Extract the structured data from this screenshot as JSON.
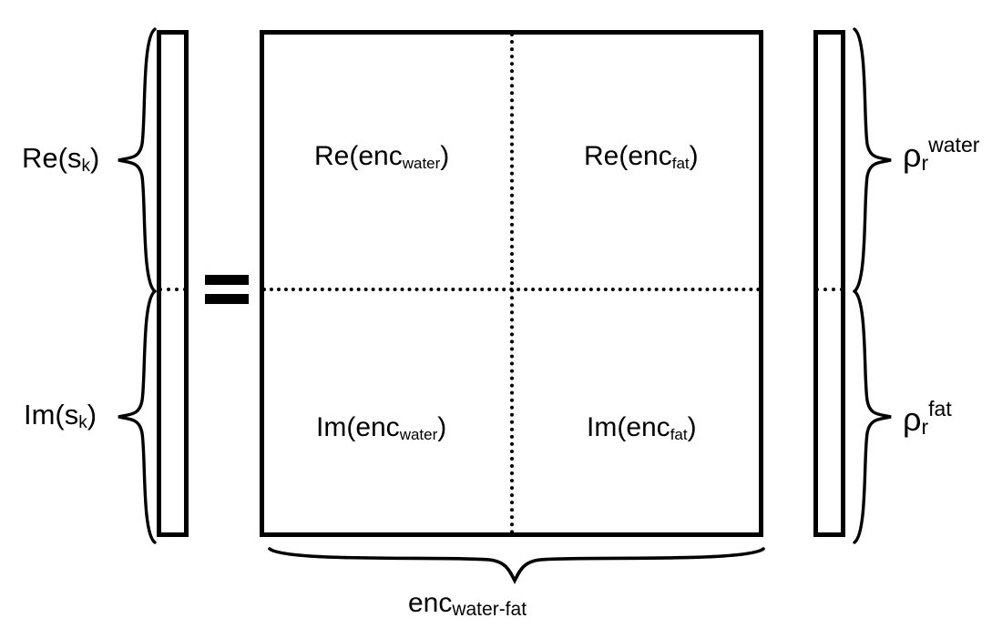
{
  "figure": {
    "type": "matrix-equation-diagram",
    "description": "Block matrix equation splitting complex encoding into real and imaginary parts for water and fat separation",
    "colors": {
      "stroke": "#000000",
      "background": "#ffffff"
    }
  },
  "left_vector": {
    "name": "signal-vector",
    "braces": [
      {
        "label_main": "Re(s",
        "label_sub": "k",
        "label_close": ")",
        "part": "real"
      },
      {
        "label_main": "Im(s",
        "label_sub": "k",
        "label_close": ")",
        "part": "imaginary"
      }
    ]
  },
  "matrix": {
    "name": "encoding-matrix",
    "cells": [
      {
        "row": 0,
        "col": 0,
        "main": "Re(enc",
        "sub": "water",
        "close": ")"
      },
      {
        "row": 0,
        "col": 1,
        "main": "Re(enc",
        "sub": "fat",
        "close": ")"
      },
      {
        "row": 1,
        "col": 0,
        "main": "Im(enc",
        "sub": "water",
        "close": ")"
      },
      {
        "row": 1,
        "col": 1,
        "main": "Im(enc",
        "sub": "fat",
        "close": ")"
      }
    ],
    "bottom_brace_label": {
      "main": "enc",
      "sub": "water-fat"
    }
  },
  "right_vector": {
    "name": "density-vector",
    "braces": [
      {
        "symbol": "ρ",
        "sub": "r",
        "sup": "water"
      },
      {
        "symbol": "ρ",
        "sub": "r",
        "sup": "fat"
      }
    ]
  },
  "operator": {
    "name": "equals-sign",
    "glyph": "="
  }
}
